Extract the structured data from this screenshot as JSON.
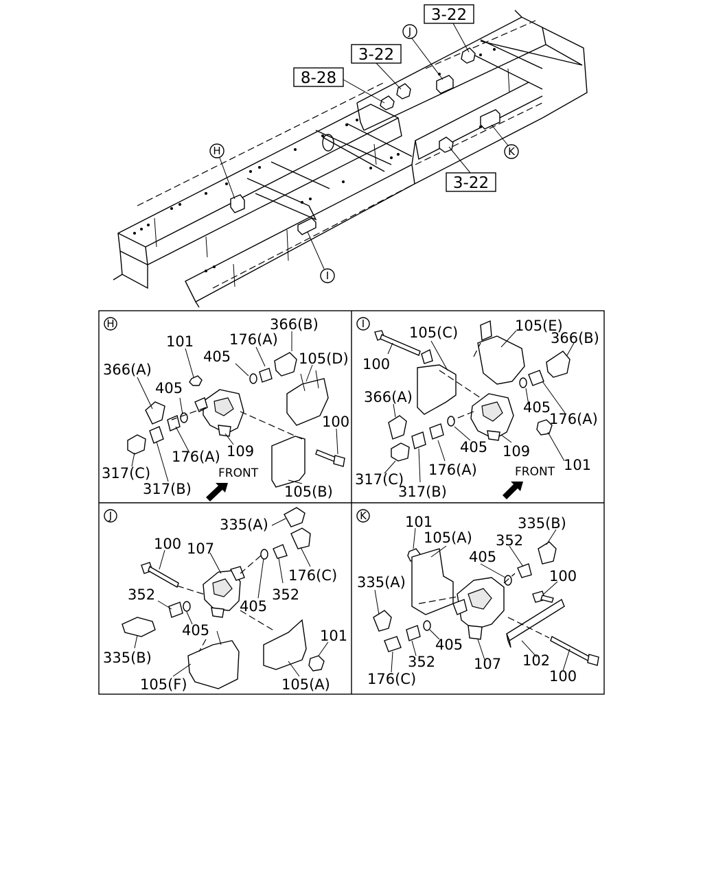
{
  "overview": {
    "refs": [
      "3-22",
      "3-22",
      "8-28",
      "3-22"
    ],
    "markers": [
      "J",
      "K",
      "H",
      "I"
    ]
  },
  "panels": {
    "H": {
      "marker": "H",
      "labels": [
        "366(B)",
        "101",
        "176(A)",
        "405",
        "105(D)",
        "366(A)",
        "405",
        "100",
        "176(A)",
        "109",
        "317(C)",
        "FRONT",
        "317(B)",
        "105(B)"
      ]
    },
    "I": {
      "marker": "I",
      "labels": [
        "105(E)",
        "105(C)",
        "366(B)",
        "100",
        "366(A)",
        "405",
        "176(A)",
        "405",
        "109",
        "101",
        "317(C)",
        "176(A)",
        "FRONT",
        "317(B)"
      ]
    },
    "J": {
      "marker": "J",
      "labels": [
        "335(A)",
        "100",
        "107",
        "176(C)",
        "352",
        "405",
        "352",
        "405",
        "335(B)",
        "101",
        "105(F)",
        "105(A)"
      ]
    },
    "K": {
      "marker": "K",
      "labels": [
        "101",
        "335(B)",
        "105(A)",
        "352",
        "405",
        "100",
        "335(A)",
        "405",
        "352",
        "107",
        "102",
        "176(C)",
        "100"
      ]
    }
  }
}
